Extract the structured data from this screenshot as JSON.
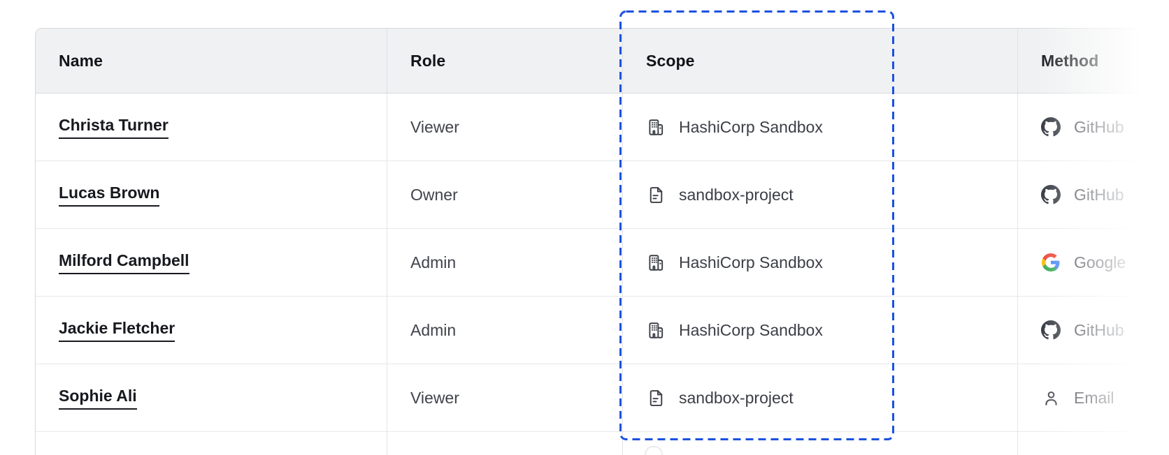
{
  "table": {
    "columns": [
      {
        "label": "Name"
      },
      {
        "label": "Role"
      },
      {
        "label": "Scope"
      },
      {
        "label": "Method"
      }
    ],
    "rows": [
      {
        "name": "Christa Turner",
        "role": "Viewer",
        "scope": {
          "icon": "org-building-icon",
          "label": "HashiCorp Sandbox"
        },
        "method": {
          "icon": "github-icon",
          "label": "GitHub"
        }
      },
      {
        "name": "Lucas Brown",
        "role": "Owner",
        "scope": {
          "icon": "file-icon",
          "label": "sandbox-project"
        },
        "method": {
          "icon": "github-icon",
          "label": "GitHub"
        }
      },
      {
        "name": "Milford Campbell",
        "role": "Admin",
        "scope": {
          "icon": "org-building-icon",
          "label": "HashiCorp Sandbox"
        },
        "method": {
          "icon": "google-icon",
          "label": "Google"
        }
      },
      {
        "name": "Jackie Fletcher",
        "role": "Admin",
        "scope": {
          "icon": "org-building-icon",
          "label": "HashiCorp Sandbox"
        },
        "method": {
          "icon": "github-icon",
          "label": "GitHub"
        }
      },
      {
        "name": "Sophie Ali",
        "role": "Viewer",
        "scope": {
          "icon": "file-icon",
          "label": "sandbox-project"
        },
        "method": {
          "icon": "person-icon",
          "label": "Email"
        }
      }
    ]
  },
  "annotation": {
    "highlighted_column": "Scope",
    "highlight_style": "dashed-rectangle",
    "highlight_color": "#1B51E0"
  },
  "colors": {
    "header_background": "#f0f1f2",
    "header_text": "#121418",
    "body_text": "#3b3e46",
    "link_text": "#17191e",
    "github_icon": "#30343d",
    "accent_blue": "#1B51E0"
  }
}
